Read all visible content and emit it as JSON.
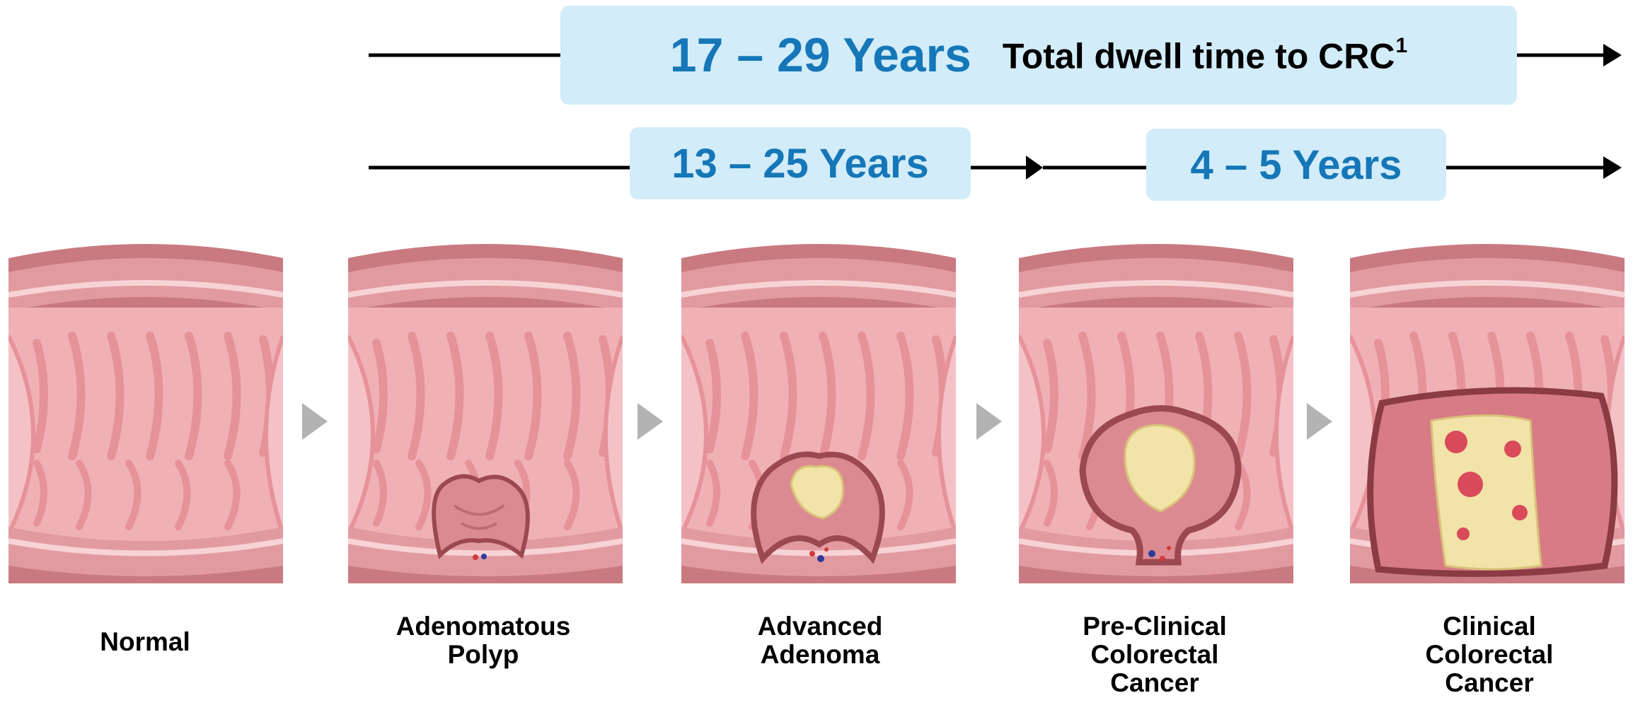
{
  "timeline": {
    "total": {
      "years": "17 – 29 Years",
      "description": "Total dwell time to CRC",
      "footnote": "1"
    },
    "phase_adenoma": {
      "years": "13 – 25 Years"
    },
    "phase_cancer": {
      "years": "4 – 5 Years"
    }
  },
  "stages": [
    {
      "lines": [
        "Normal"
      ]
    },
    {
      "lines": [
        "Adenomatous",
        "Polyp"
      ]
    },
    {
      "lines": [
        "Advanced",
        "Adenoma"
      ]
    },
    {
      "lines": [
        "Pre-Clinical",
        "Colorectal",
        "Cancer"
      ]
    },
    {
      "lines": [
        "Clinical",
        "Colorectal",
        "Cancer"
      ]
    }
  ],
  "colors": {
    "highlight_box": "#d3ecf9",
    "years_text": "#1577b8",
    "arrow_line": "#000000",
    "step_arrow": "#b3b3b3",
    "tissue_light": "#f3b8bc",
    "tissue_mid": "#e89aa0",
    "tissue_dark": "#b65a62",
    "lesion_core": "#f2e3a8"
  }
}
